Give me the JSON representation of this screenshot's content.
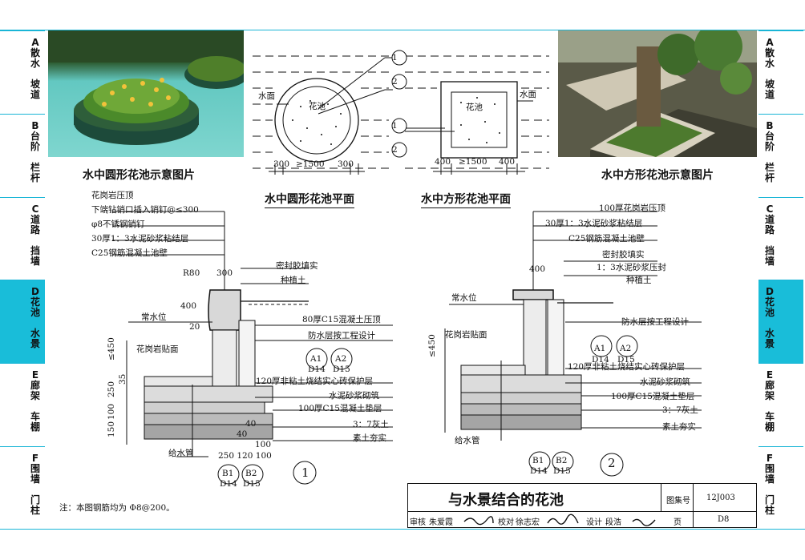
{
  "side_tabs": [
    {
      "letter": "A",
      "chars": "散\n水\n\n坡\n道"
    },
    {
      "letter": "B",
      "chars": "台\n阶\n\n栏\n杆"
    },
    {
      "letter": "C",
      "chars": "道\n路\n\n挡\n墙"
    },
    {
      "letter": "D",
      "chars": "花\n池\n\n水\n景"
    },
    {
      "letter": "E",
      "chars": "廊\n架\n\n车\n棚"
    },
    {
      "letter": "F",
      "chars": "围\n墙\n\n门\n柱"
    }
  ],
  "captions": {
    "photo_round": "水中圆形花池示意图片",
    "photo_square": "水中方形花池示意图片",
    "plan_round": "水中圆形花池平面",
    "plan_square": "水中方形花池平面"
  },
  "plan": {
    "water": "水面",
    "pond_label": "花池",
    "callout_1": "1",
    "callout_2": "2",
    "dim_side": "300",
    "dim_mid": "≥1500",
    "dim_side_sq": "400"
  },
  "section1": {
    "labels": [
      "花岗岩压顶",
      "下端钻销口插入销钉@≤300",
      "φ8不锈钢销钉",
      "30厚1：3水泥砂浆粘结层",
      "C25钢筋混凝土池壁"
    ],
    "r80": "R80",
    "d300": "300",
    "d400": "400",
    "d20": "20",
    "seal": "密封胶填实",
    "soil": "种植土",
    "water_level": "常水位",
    "granite_face": "花岗岩贴面",
    "cap80": "80厚C15混凝土压顶",
    "waterproof": "防水层按工程设计",
    "brick": "120厚非粘土烧结实心砖保护层",
    "mortar": "水泥砂浆砌筑",
    "c15": "100厚C15混凝土垫层",
    "lime": "3：7灰土",
    "compact": "素土夯实",
    "pipe": "给水管",
    "dims_left": "≤450",
    "d250": "250",
    "d35": "35",
    "d150": "150",
    "d100": "100",
    "d40": "40",
    "d120": "120",
    "b_dims": "250 120 100",
    "index": "1",
    "refA1": "A1",
    "refA2": "A2",
    "refD14": "D14",
    "refD15": "D15",
    "refB1": "B1",
    "refB2": "B2"
  },
  "section2": {
    "l1": "100厚花岗岩压顶",
    "l2": "30厚1：3水泥砂浆粘结层",
    "l3": "C25钢筋混凝土池壁",
    "l4": "密封胶填实",
    "l5": "1：3水泥砂浆压封",
    "l6": "种植土",
    "d400": "400",
    "water_level": "常水位",
    "granite_face": "花岗岩贴面",
    "waterproof": "防水层按工程设计",
    "brick": "120厚非粘土烧结实心砖保护层",
    "mortar": "水泥砂浆砌筑",
    "c15": "100厚C15混凝土垫层",
    "lime": "3：7灰土",
    "compact": "素土夯实",
    "pipe": "给水管",
    "dims": "≤450",
    "index": "2"
  },
  "note": "注：本图钢筋均为 Φ8@200。",
  "title_block": {
    "title": "与水景结合的花池",
    "atlas_label": "图集号",
    "atlas_no": "12J003",
    "page_label": "页",
    "page_no": "D8",
    "review": "审核",
    "reviewer": "朱爱霞",
    "check": "校对",
    "checker": "徐志宏",
    "design": "设计",
    "designer": "段浩"
  }
}
